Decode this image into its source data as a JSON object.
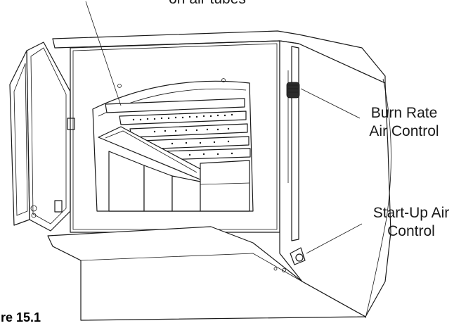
{
  "labels": {
    "air_tubes": "on air tubes",
    "burn_rate": [
      "Burn Rate",
      "Air Control"
    ],
    "start_up": [
      "Start-Up Air",
      "Control"
    ]
  },
  "caption": "ure 15.1",
  "colors": {
    "line": "#1a1a1a",
    "background": "#ffffff"
  }
}
